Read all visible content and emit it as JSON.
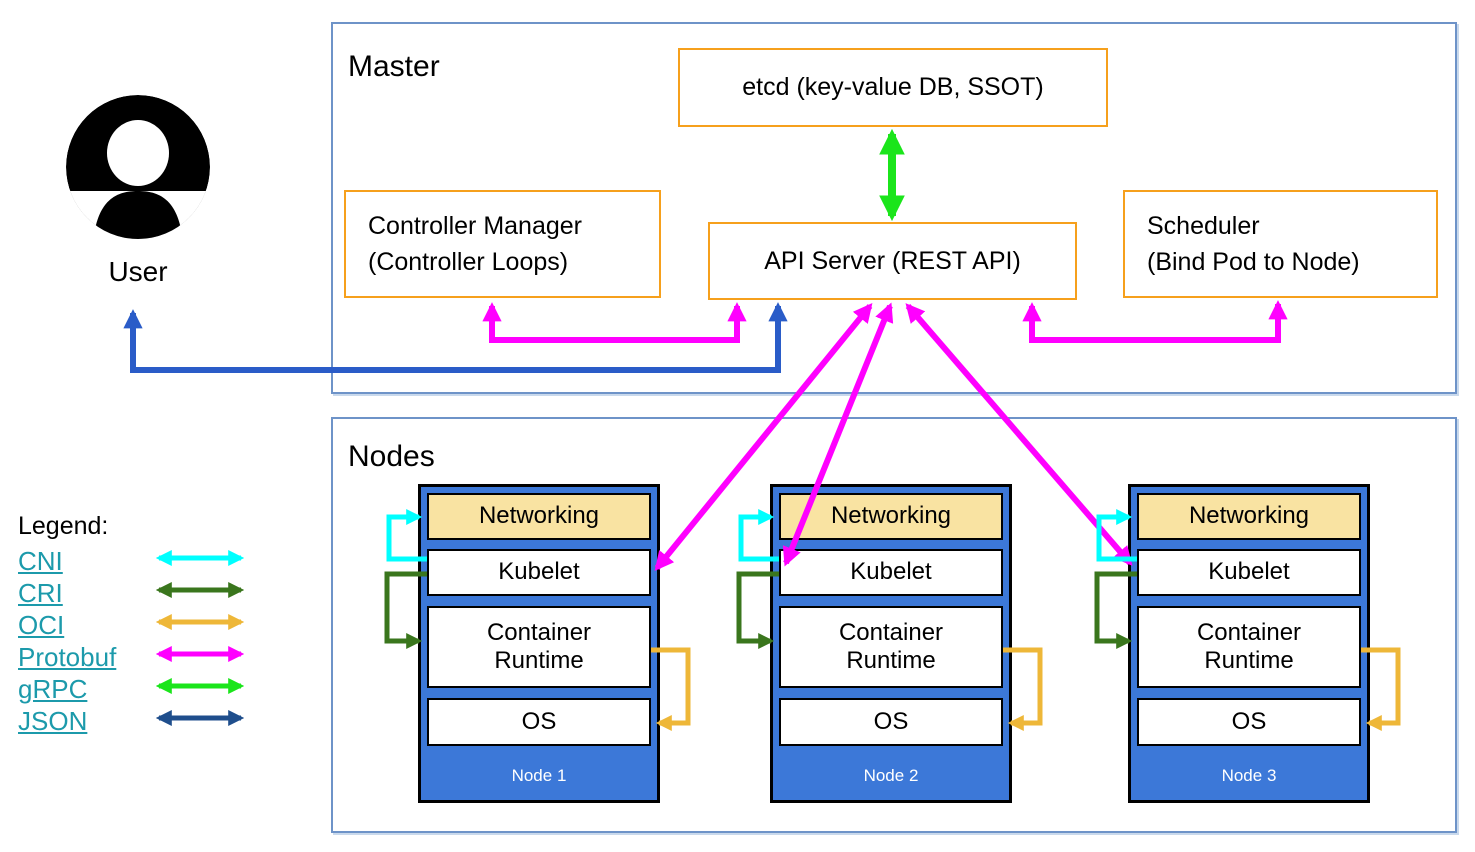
{
  "master": {
    "label": "Master",
    "etcd": "etcd (key-value DB, SSOT)",
    "api_server": "API Server (REST API)",
    "controller_manager_line1": "Controller Manager",
    "controller_manager_line2": "(Controller Loops)",
    "scheduler_line1": "Scheduler",
    "scheduler_line2": "(Bind Pod to Node)"
  },
  "user": {
    "label": "User"
  },
  "nodes_section": {
    "label": "Nodes",
    "layers": [
      "Networking",
      "Kubelet",
      "Container Runtime",
      "OS"
    ],
    "nodes": [
      "Node 1",
      "Node 2",
      "Node 3"
    ]
  },
  "legend": {
    "title": "Legend:",
    "items": [
      {
        "label": "CNI"
      },
      {
        "label": "CRI"
      },
      {
        "label": "OCI"
      },
      {
        "label": "Protobuf"
      },
      {
        "label": "gRPC"
      },
      {
        "label": "JSON"
      }
    ]
  },
  "colors": {
    "cni": "#00FFFF",
    "cri": "#3A761D",
    "oci": "#EEB738",
    "protobuf": "#FF00FF",
    "grpc": "#1BE51B",
    "json": "#1F4E8C",
    "user_arrow": "#2A5CC8",
    "box_border": "#F6A01C",
    "frame_border": "#6E93C8",
    "node_fill": "#3C78D8",
    "networking_fill": "#F9E3A2",
    "legend_link": "#1C9AAB",
    "node_name_text": "#FFFFFF",
    "user_icon": "#000000"
  }
}
